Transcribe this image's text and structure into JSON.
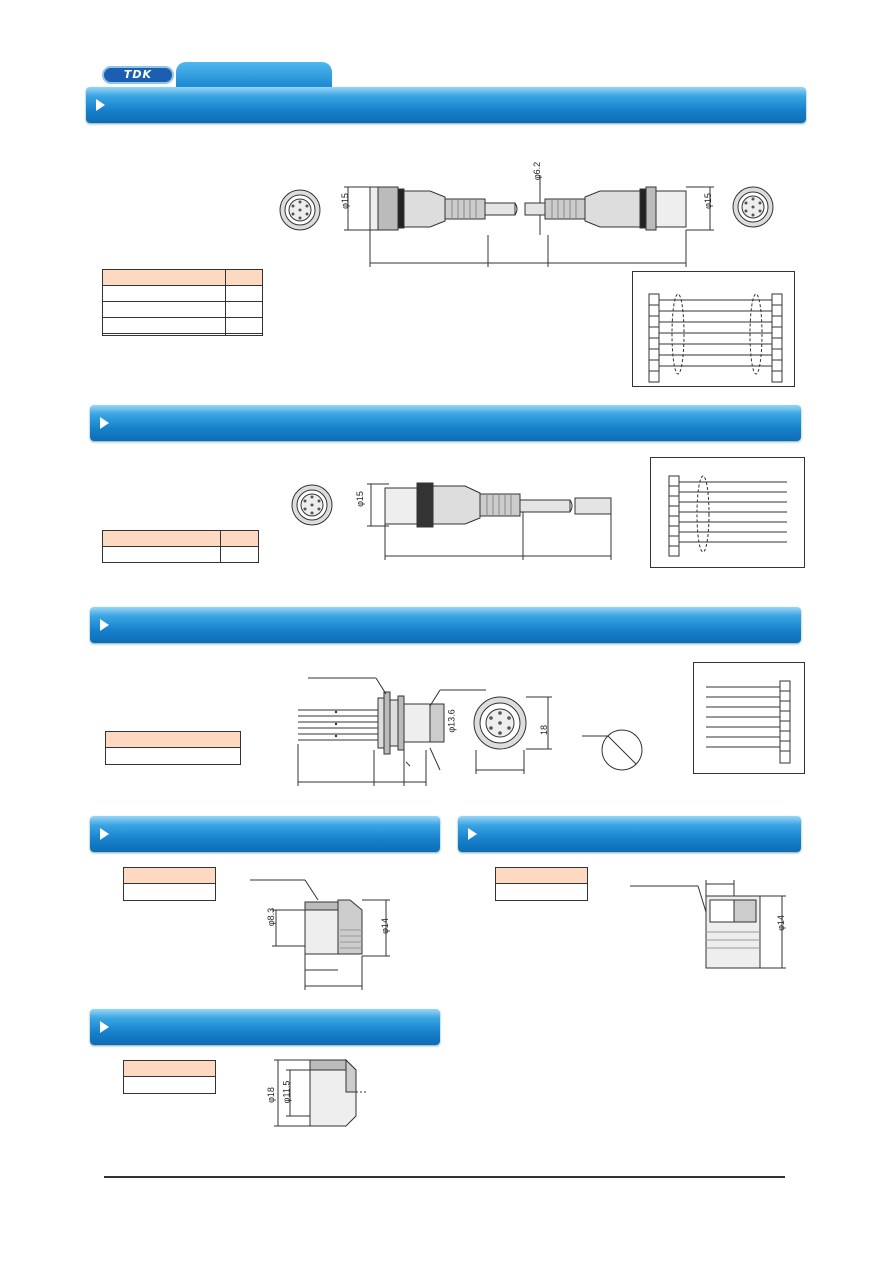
{
  "header": {
    "logo_text": "TDK",
    "tab_color": "#1a86cf",
    "bar_color": "#1680cb",
    "table_header_color": "#fcd9c0"
  },
  "section1": {
    "dim_diameter_left": "φ15",
    "dim_diameter_right": "φ15",
    "dim_cable": "φ6.2",
    "table_rows": 3
  },
  "section2": {
    "dim_diameter": "φ15",
    "table_rows": 1
  },
  "section3": {
    "dim_inner": "φ13.6",
    "dim_flat": "18"
  },
  "section4": {
    "dim_inner": "φ8.3",
    "dim_outer": "φ14"
  },
  "section5": {
    "dim_outer": "φ14"
  },
  "section6": {
    "dim_outer": "φ18",
    "dim_inner": "φ11.5"
  }
}
